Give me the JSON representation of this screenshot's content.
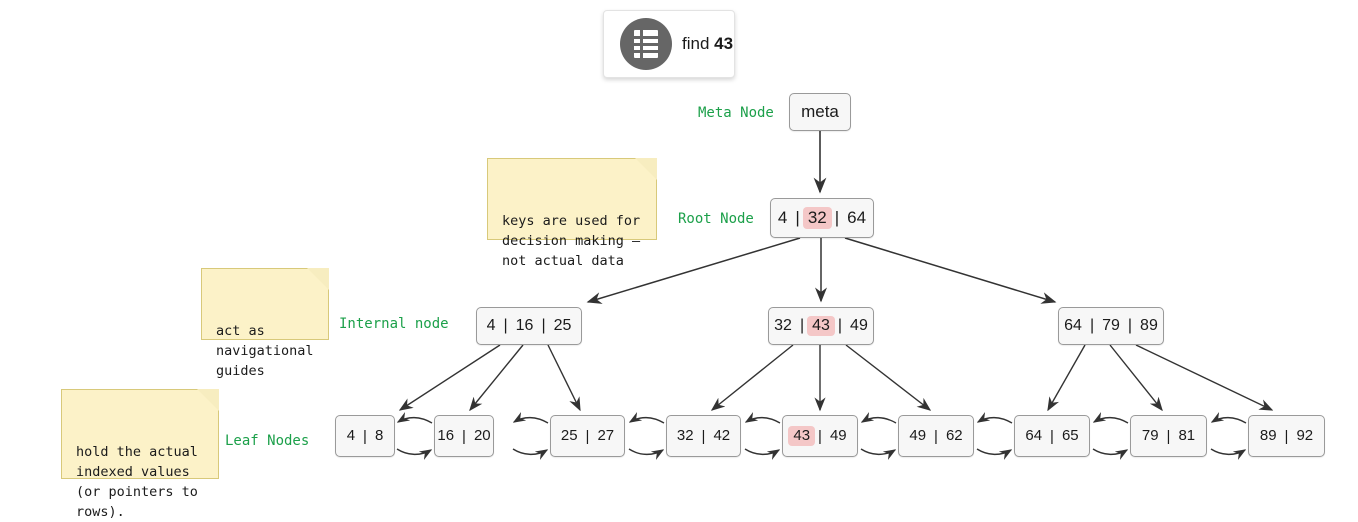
{
  "query": {
    "icon": "database-table-icon",
    "prefix": "find",
    "value": "43"
  },
  "labels": {
    "meta": "Meta Node",
    "root": "Root Node",
    "internal": "Internal node",
    "leaf": "Leaf Nodes"
  },
  "notes": [
    {
      "id": "keys-note",
      "text": "keys are used for\ndecision making —\nnot actual data"
    },
    {
      "id": "internal-note",
      "text": "act as\nnavigational\nguides"
    },
    {
      "id": "leaf-note",
      "text": "hold the actual\nindexed values\n(or pointers to\nrows)."
    }
  ],
  "tree": {
    "meta": {
      "label": "meta"
    },
    "root": {
      "keys": [
        "4",
        "32",
        "64"
      ],
      "highlight": "32"
    },
    "internal": [
      {
        "keys": [
          "4",
          "16",
          "25"
        ],
        "highlight": null
      },
      {
        "keys": [
          "32",
          "43",
          "49"
        ],
        "highlight": "43"
      },
      {
        "keys": [
          "64",
          "79",
          "89"
        ],
        "highlight": null
      }
    ],
    "leaves": [
      {
        "keys": [
          "4",
          "8"
        ],
        "highlight": null
      },
      {
        "keys": [
          "16",
          "20"
        ],
        "highlight": null
      },
      {
        "keys": [
          "25",
          "27"
        ],
        "highlight": null
      },
      {
        "keys": [
          "32",
          "42"
        ],
        "highlight": null
      },
      {
        "keys": [
          "43",
          "49"
        ],
        "highlight": "43"
      },
      {
        "keys": [
          "49",
          "62"
        ],
        "highlight": null
      },
      {
        "keys": [
          "64",
          "65"
        ],
        "highlight": null
      },
      {
        "keys": [
          "79",
          "81"
        ],
        "highlight": null
      },
      {
        "keys": [
          "89",
          "92"
        ],
        "highlight": null
      }
    ],
    "separator": "|"
  },
  "colors": {
    "highlight": "#f4c7c7",
    "label_green": "#1ca04a",
    "note_bg": "#fcf2c8",
    "node_bg": "#f7f7f7",
    "edge": "#333333"
  }
}
